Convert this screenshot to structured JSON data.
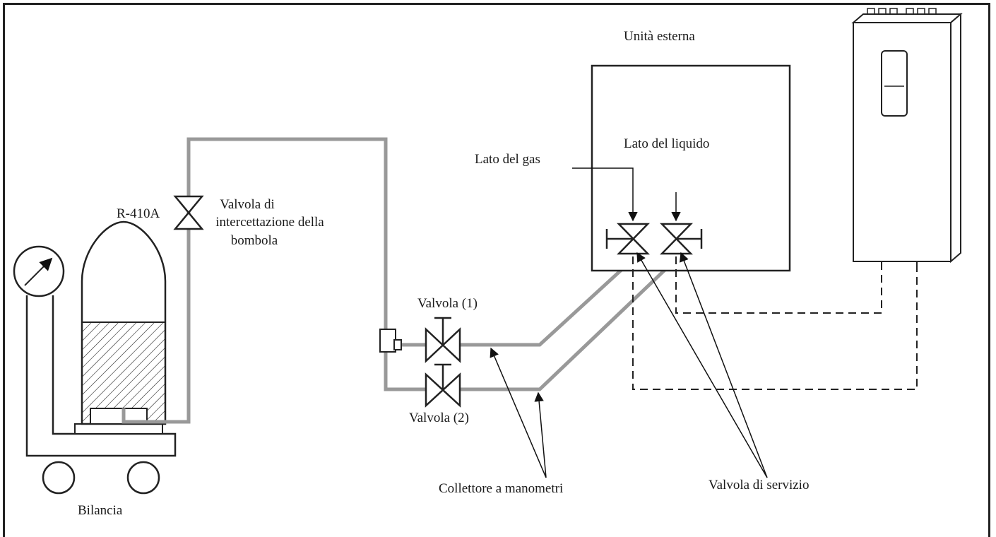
{
  "labels": {
    "outdoor_unit": "Unità esterna",
    "liquid_side": "Lato del liquido",
    "gas_side": "Lato del gas",
    "refrigerant": "R-410A",
    "cylinder_valve_line1": "Valvola di",
    "cylinder_valve_line2": "intercettazione della",
    "cylinder_valve_line3": "bombola",
    "valve1": "Valvola (1)",
    "valve2": "Valvola (2)",
    "manifold": "Collettore a manometri",
    "service_valve": "Valvola di servizio",
    "scale": "Bilancia"
  }
}
